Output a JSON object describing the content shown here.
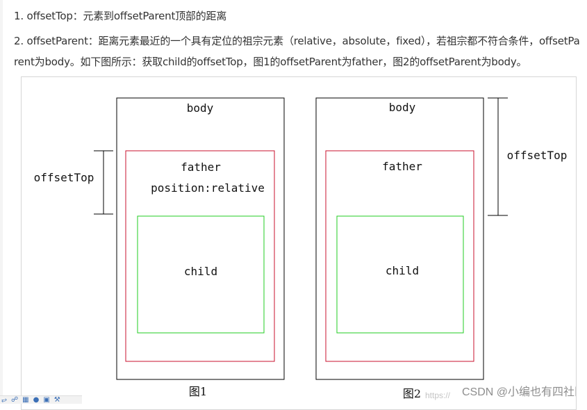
{
  "text": {
    "item1": "1. offsetTop：元素到offsetParent顶部的距离",
    "item2": "2. offsetParent：距离元素最近的一个具有定位的祖宗元素（relative，absolute，fixed），若祖宗都不符合条件，offsetParent为body。如下图所示：获取child的offsetTop，图1的offsetParent为father，图2的offsetParent为body。"
  },
  "figure1": {
    "outer_label": "body",
    "middle_label": "father",
    "middle_sublabel": "position:relative",
    "inner_label": "child",
    "measure_label": "offsetTop",
    "caption": "图1"
  },
  "figure2": {
    "outer_label": "body",
    "middle_label": "father",
    "inner_label": "child",
    "measure_label": "offsetTop",
    "caption": "图2"
  },
  "watermark": {
    "url": "https://",
    "brand": "CSDN @小编也有四社区"
  },
  "colors": {
    "outer_box": "#000000",
    "father_box": "#c8102e",
    "child_box": "#22cc22"
  },
  "toolbar_icons": [
    "share-icon",
    "link-icon",
    "grid-icon",
    "user-icon",
    "chart-icon",
    "wrench-icon"
  ]
}
